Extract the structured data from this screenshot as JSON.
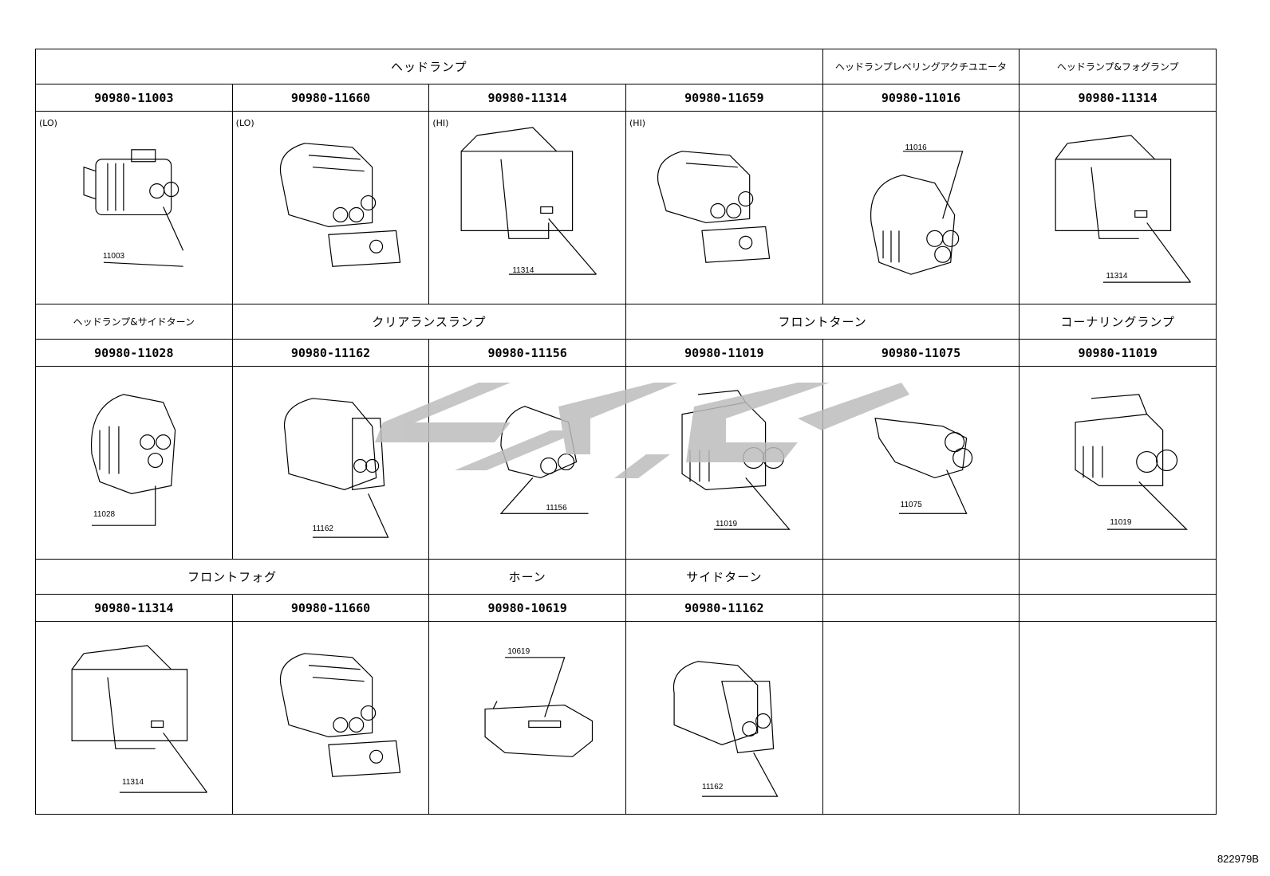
{
  "headers": {
    "headlamp": "ヘッドランプ",
    "headlamp_leveling": "ヘッドランプレベリングアクチユエータ",
    "headlamp_fog": "ヘッドランプ&フォグランプ",
    "headlamp_sideturn": "ヘッドランプ&サイドターン",
    "clearance": "クリアランスランプ",
    "front_turn": "フロントターン",
    "cornering": "コーナリングランプ",
    "front_fog": "フロントフォグ",
    "horn": "ホーン",
    "side_turn": "サイドターン"
  },
  "row1": [
    {
      "part": "90980-11003",
      "note": "(LO)",
      "callout": "11003"
    },
    {
      "part": "90980-11660",
      "note": "(LO)",
      "callout": ""
    },
    {
      "part": "90980-11314",
      "note": "(HI)",
      "callout": "11314"
    },
    {
      "part": "90980-11659",
      "note": "(HI)",
      "callout": ""
    },
    {
      "part": "90980-11016",
      "note": "",
      "callout": "11016"
    },
    {
      "part": "90980-11314",
      "note": "",
      "callout": "11314"
    }
  ],
  "row2": [
    {
      "part": "90980-11028",
      "callout": "11028"
    },
    {
      "part": "90980-11162",
      "callout": "11162"
    },
    {
      "part": "90980-11156",
      "callout": "11156"
    },
    {
      "part": "90980-11019",
      "callout": "11019"
    },
    {
      "part": "90980-11075",
      "callout": "11075"
    },
    {
      "part": "90980-11019",
      "callout": "11019"
    }
  ],
  "row3": [
    {
      "part": "90980-11314",
      "callout": "11314"
    },
    {
      "part": "90980-11660",
      "callout": ""
    },
    {
      "part": "90980-10619",
      "callout": "10619"
    },
    {
      "part": "90980-11162",
      "callout": "11162"
    }
  ],
  "doc_id": "822979B"
}
